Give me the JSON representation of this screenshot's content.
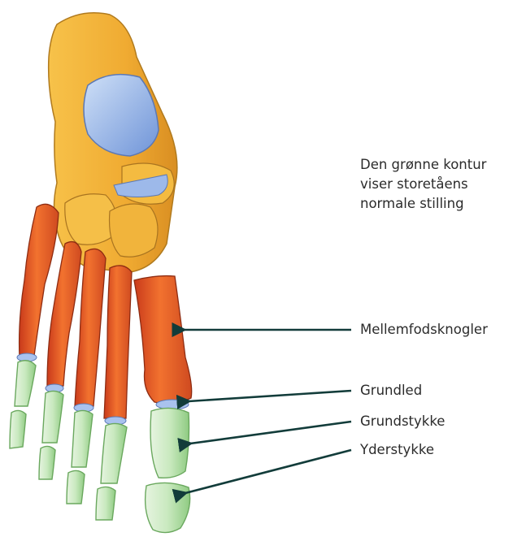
{
  "note": {
    "lines": [
      "Den grønne kontur",
      "viser storetåens",
      "normale stilling"
    ]
  },
  "labels": {
    "metatarsals": "Mellemfodsknogler",
    "joint": "Grundled",
    "proximal_phalanx": "Grundstykke",
    "distal_phalanx": "Yderstykke"
  },
  "colors": {
    "tarsal_bones": "#f2b53a",
    "metatarsal_bones": "#e2572a",
    "phalanges_outline": "#a9d89a",
    "cartilage": "#8fb0e6",
    "arrow": "#123c3a",
    "text": "#2b2b2b"
  }
}
